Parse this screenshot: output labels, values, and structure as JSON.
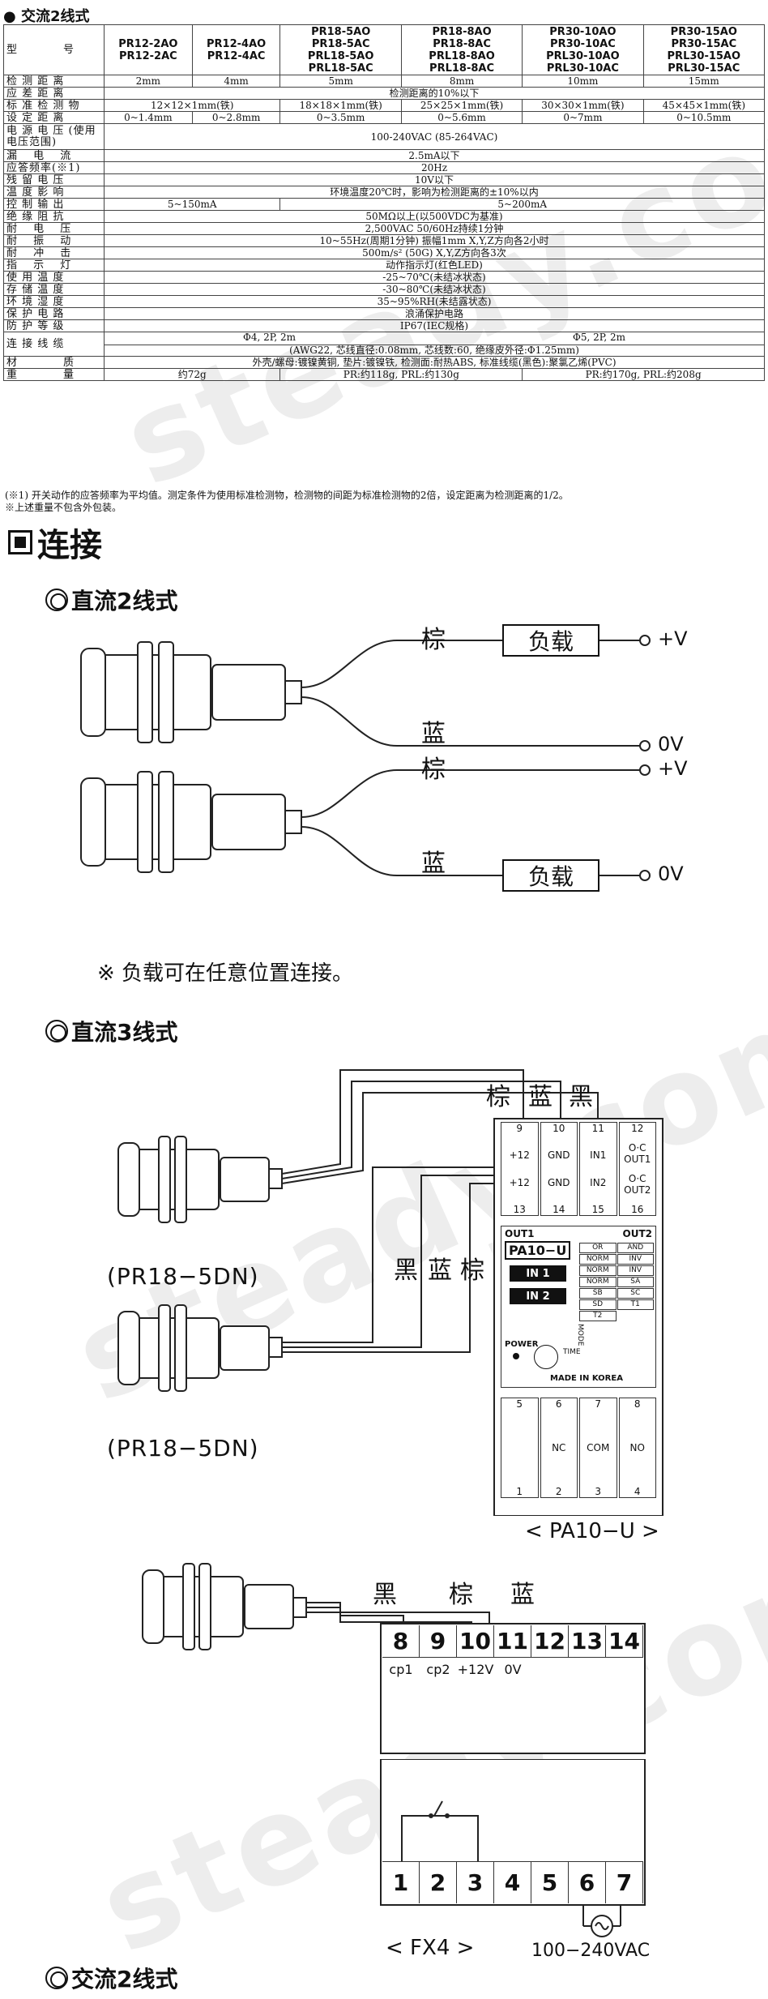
{
  "spec": {
    "heading": "● 交流2线式",
    "label_model": "型　　　　号",
    "models": [
      [
        "PR12-2AO",
        "PR12-2AC"
      ],
      [
        "PR12-4AO",
        "PR12-4AC"
      ],
      [
        "PR18-5AO",
        "PR18-5AC",
        "PRL18-5AO",
        "PRL18-5AC"
      ],
      [
        "PR18-8AO",
        "PR18-8AC",
        "PRL18-8AO",
        "PRL18-8AC"
      ],
      [
        "PR30-10AO",
        "PR30-10AC",
        "PRL30-10AO",
        "PRL30-10AC"
      ],
      [
        "PR30-15AO",
        "PR30-15AC",
        "PRL30-15AO",
        "PRL30-15AC"
      ]
    ],
    "rows": [
      {
        "label": "检 测 距 离",
        "cells": [
          [
            "2mm",
            1
          ],
          [
            "4mm",
            1
          ],
          [
            "5mm",
            1
          ],
          [
            "8mm",
            1
          ],
          [
            "10mm",
            1
          ],
          [
            "15mm",
            1
          ]
        ]
      },
      {
        "label": "应 差 距 离",
        "cells": [
          [
            "检测距离的10%以下",
            6
          ]
        ]
      },
      {
        "label": "标 准 检 测 物",
        "cells": [
          [
            "12×12×1mm(铁)",
            2
          ],
          [
            "18×18×1mm(铁)",
            1
          ],
          [
            "25×25×1mm(铁)",
            1
          ],
          [
            "30×30×1mm(铁)",
            1
          ],
          [
            "45×45×1mm(铁)",
            1
          ]
        ]
      },
      {
        "label": "设 定 距 离",
        "cells": [
          [
            "0~1.4mm",
            1
          ],
          [
            "0~2.8mm",
            1
          ],
          [
            "0~3.5mm",
            1
          ],
          [
            "0~5.6mm",
            1
          ],
          [
            "0~7mm",
            1
          ],
          [
            "0~10.5mm",
            1
          ]
        ]
      },
      {
        "label": "电 源 电 压 (使用电压范围)",
        "tall": true,
        "cells": [
          [
            "100-240VAC (85-264VAC)",
            6
          ]
        ]
      },
      {
        "label": "漏　 电　 流",
        "cells": [
          [
            "2.5mA以下",
            6
          ]
        ]
      },
      {
        "label": "应答频率(※1)",
        "cells": [
          [
            "20Hz",
            6
          ]
        ]
      },
      {
        "label": "残 留 电 压",
        "cells": [
          [
            "10V以下",
            6
          ]
        ]
      },
      {
        "label": "温 度 影 响",
        "cells": [
          [
            "环境温度20℃时，影响为检测距离的±10%以内",
            6
          ]
        ]
      },
      {
        "label": "控 制 输 出",
        "cells": [
          [
            "5~150mA",
            2
          ],
          [
            "5~200mA",
            4
          ]
        ]
      },
      {
        "label": "绝 缘 阻 抗",
        "cells": [
          [
            "50MΩ以上(以500VDC为基准)",
            6
          ]
        ]
      },
      {
        "label": "耐　 电　 压",
        "cells": [
          [
            "2,500VAC 50/60Hz持续1分钟",
            6
          ]
        ]
      },
      {
        "label": "耐　 振　 动",
        "cells": [
          [
            "10~55Hz(周期1分钟) 振幅1mm X,Y,Z方向各2小时",
            6
          ]
        ]
      },
      {
        "label": "耐　 冲　 击",
        "cells": [
          [
            "500m/s² (50G) X,Y,Z方向各3次",
            6
          ]
        ]
      },
      {
        "label": "指　 示　 灯",
        "cells": [
          [
            "动作指示灯(红色LED)",
            6
          ]
        ]
      },
      {
        "label": "使 用 温 度",
        "cells": [
          [
            "-25~70℃(未结冰状态)",
            6
          ]
        ]
      },
      {
        "label": "存 储 温 度",
        "cells": [
          [
            "-30~80℃(未结冰状态)",
            6
          ]
        ]
      },
      {
        "label": "环 境 湿 度",
        "cells": [
          [
            "35~95%RH(未结露状态)",
            6
          ]
        ]
      },
      {
        "label": "保 护 电 路",
        "cells": [
          [
            "浪涌保护电路",
            6
          ]
        ]
      },
      {
        "label": "防 护 等 级",
        "cells": [
          [
            "IP67(IEC规格)",
            6
          ]
        ]
      }
    ],
    "cable": {
      "label": "连 接 线 缆",
      "left": "Φ4, 2P, 2m",
      "right": "Φ5, 2P, 2m",
      "sub": "(AWG22, 芯线直径:0.08mm, 芯线数:60, 绝缘皮外径:Φ1.25mm)"
    },
    "material": {
      "label": "材　　　　质",
      "value": "外壳/螺母:镀镍黄铜, 垫片:镀镍铁, 检测面:耐热ABS, 标准线缆(黑色):聚氯乙烯(PVC)"
    },
    "weight": {
      "label": "重　　　　量",
      "cells": [
        "约72g",
        "PR:约118g, PRL:约130g",
        "PR:约170g, PRL:约208g"
      ]
    },
    "notes": [
      "(※1) 开关动作的应答频率为平均值。测定条件为使用标准检测物，检测物的间距为标准检测物的2倍，设定距离为检测距离的1/2。",
      "※上述重量不包含外包装。"
    ]
  },
  "connection": {
    "title": "连接",
    "dc2_title": "直流2线式",
    "dc3_title": "直流3线式",
    "ac2_title": "交流2线式",
    "brown": "棕",
    "blue": "蓝",
    "black": "黑",
    "load": "负载",
    "plus_v": "+V",
    "zero_v": "0V",
    "load_note": "※ 负载可在任意位置连接。",
    "sensor_model": "(PR18−5DN)",
    "watermark": "steady.com"
  },
  "pa10": {
    "caption": "< PA10−U >",
    "name": "PA10−U",
    "out1": "OUT1",
    "out2": "OUT2",
    "in1": "IN 1",
    "in2": "IN 2",
    "power": "POWER",
    "made": "MADE IN KOREA",
    "mode": "MODE",
    "time": "TIME",
    "top_nums": [
      "9",
      "10",
      "11",
      "12"
    ],
    "top_labels": [
      "+12",
      "GND",
      "IN1",
      "O·C OUT1"
    ],
    "mid_labels": [
      "+12",
      "GND",
      "IN2",
      "O·C OUT2"
    ],
    "mid_nums": [
      "13",
      "14",
      "15",
      "16"
    ],
    "logic": [
      "OR",
      "AND",
      "NORM",
      "INV",
      "NORM",
      "INV",
      "NORM",
      "SA",
      "SB",
      "SC",
      "SD",
      "T1",
      "T2"
    ],
    "bot_nums_top": [
      "5",
      "6",
      "7",
      "8"
    ],
    "bot_labels": [
      "",
      "NC",
      "COM",
      "NO"
    ],
    "bot_nums": [
      "1",
      "2",
      "3",
      "4"
    ]
  },
  "fx4": {
    "caption": "< FX4 >",
    "top_nums": [
      "8",
      "9",
      "10",
      "11",
      "12",
      "13",
      "14"
    ],
    "top_labels": [
      "cp1",
      "cp2",
      "+12V",
      "0V"
    ],
    "bot_nums": [
      "1",
      "2",
      "3",
      "4",
      "5",
      "6",
      "7"
    ],
    "power": "100−240VAC"
  }
}
